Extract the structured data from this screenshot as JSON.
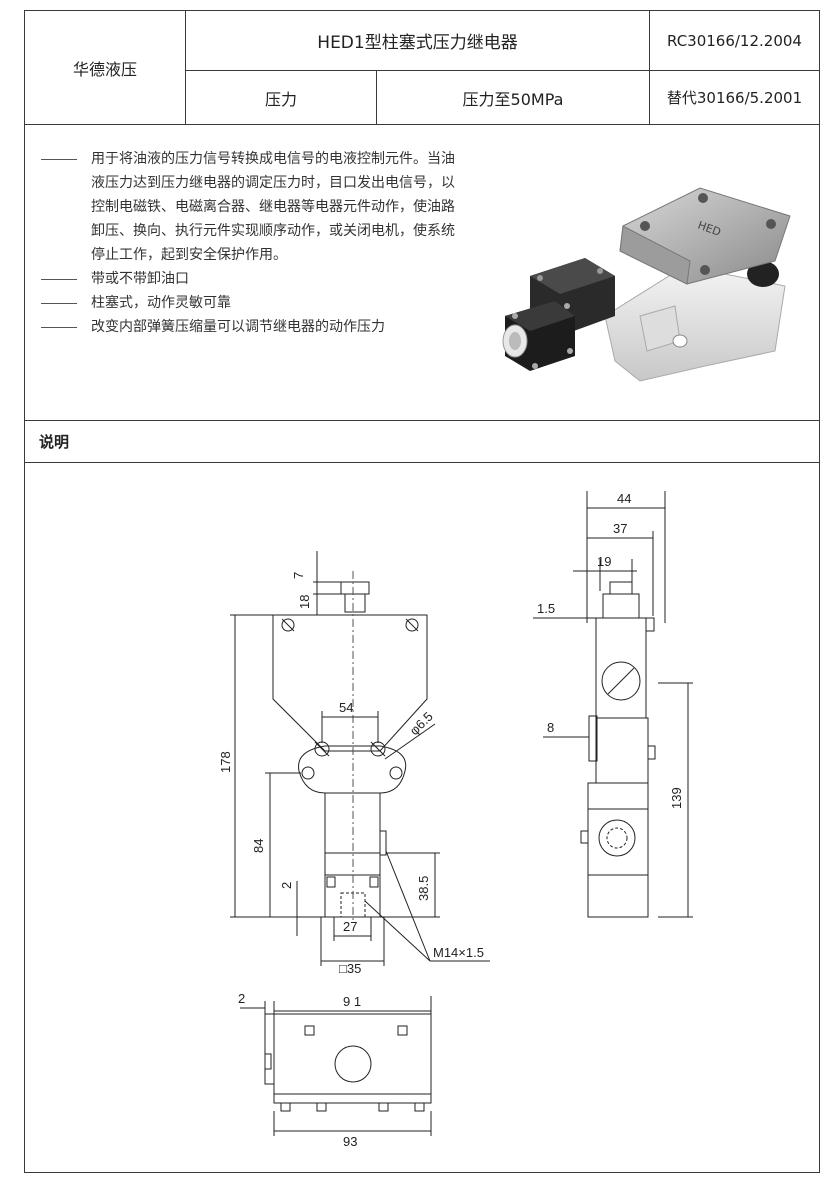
{
  "header": {
    "brand": "华德液压",
    "title": "HED1型柱塞式压力继电器",
    "code": "RC30166/12.2004",
    "param_name": "压力",
    "param_value": "压力至50MPa",
    "replaces": "替代30166/5.2001"
  },
  "features": [
    "用于将油液的压力信号转换成电信号的电液控制元件。当油液压力达到压力继电器的调定压力时，目口发出电信号，以控制电磁铁、电磁离合器、继电器等电器元件动作，使油路卸压、换向、执行元件实现顺序动作，或关闭电机，使系统停止工作，起到安全保护作用。",
    "带或不带卸油口",
    "柱塞式，动作灵敏可靠",
    "改变内部弹簧压缩量可以调节继电器的动作压力"
  ],
  "section_label": "说明",
  "photo_labels": {
    "plate_text": "HED"
  },
  "dimensions": {
    "front": {
      "top_small": "7",
      "top_stem": "18",
      "height_total": "178",
      "hole_spacing": "54",
      "hole_dia": "φ6.5",
      "lower_height": "84",
      "small_step": "2",
      "port_height": "38.5",
      "body_width": "27",
      "square": "□35",
      "thread": "M14×1.5"
    },
    "side": {
      "w44": "44",
      "w37": "37",
      "w19": "19",
      "t1_5": "1.5",
      "t8": "8",
      "h139": "139"
    },
    "bottom": {
      "t2": "2",
      "w91": "9 1",
      "w93": "93"
    }
  }
}
